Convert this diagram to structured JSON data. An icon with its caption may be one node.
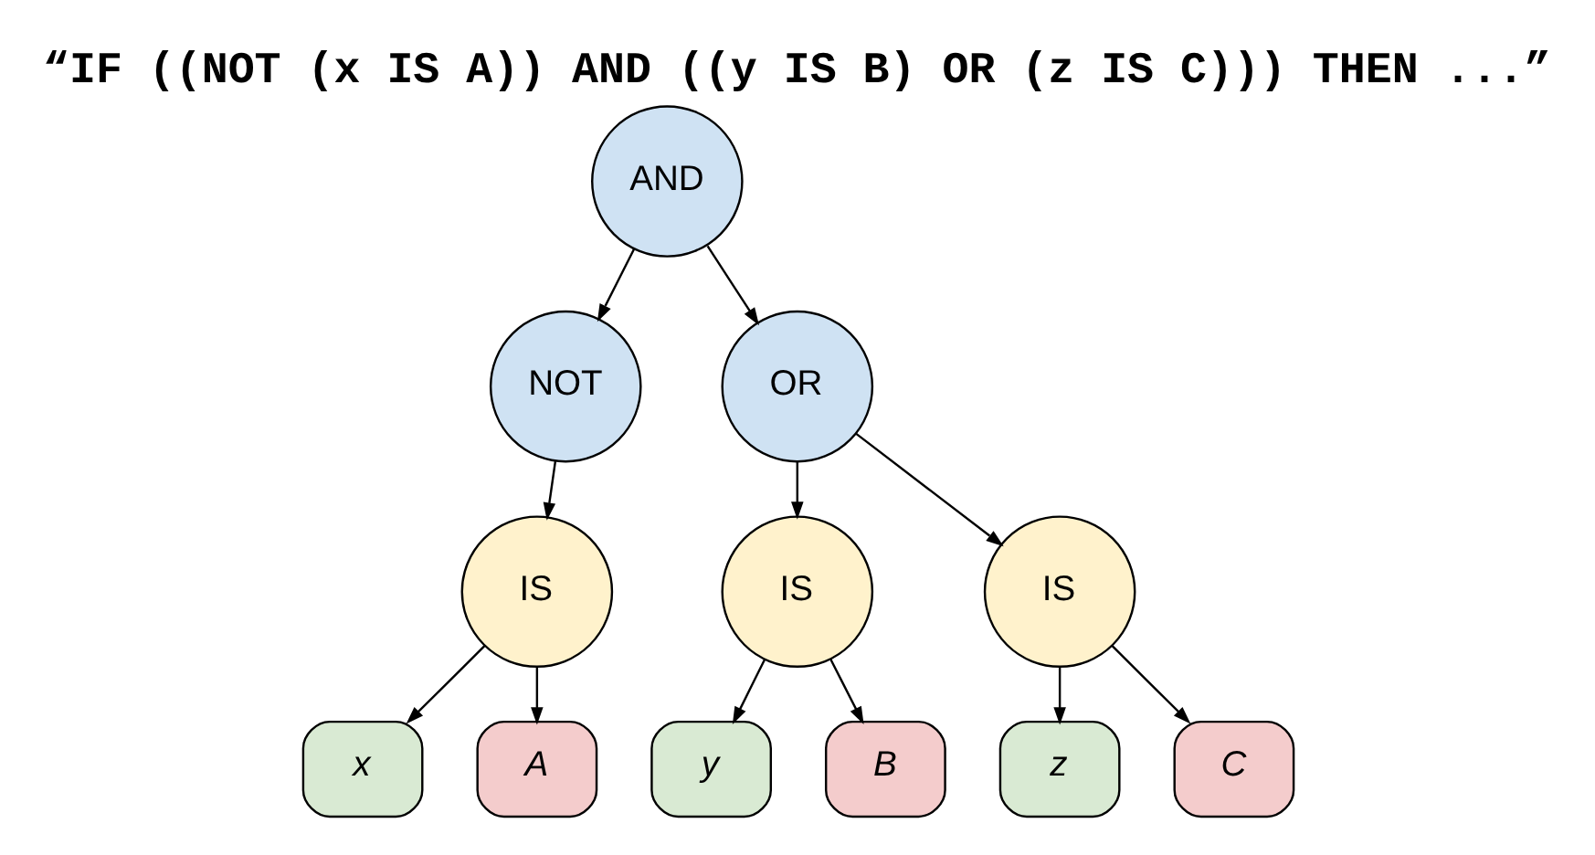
{
  "diagram": {
    "title": "“IF ((NOT (x IS A)) AND ((y IS B) OR (z IS C))) THEN ...”",
    "nodes": [
      {
        "text": [
          "AND"
        ]
      },
      {
        "text": [
          "NOT"
        ]
      },
      {
        "text": [
          "OR"
        ]
      },
      {
        "text": [
          "IS"
        ]
      },
      {
        "text": [
          "IS"
        ]
      },
      {
        "text": [
          "IS"
        ]
      },
      {
        "text": [
          "x"
        ]
      },
      {
        "text": [
          "A"
        ]
      },
      {
        "text": [
          "y"
        ]
      },
      {
        "text": [
          "B"
        ]
      },
      {
        "text": [
          "z"
        ]
      },
      {
        "text": [
          "C"
        ]
      }
    ],
    "edges": [
      {
        "from": 0,
        "to": 1,
        "arrow": "to"
      },
      {
        "from": 0,
        "to": 2,
        "arrow": "to"
      },
      {
        "from": 1,
        "to": 3,
        "arrow": "to"
      },
      {
        "from": 2,
        "to": 4,
        "arrow": "to"
      },
      {
        "from": 2,
        "to": 5,
        "arrow": "to"
      },
      {
        "from": 3,
        "to": 6,
        "arrow": "to"
      },
      {
        "from": 3,
        "to": 7,
        "arrow": "to"
      },
      {
        "from": 4,
        "to": 8,
        "arrow": "to"
      },
      {
        "from": 4,
        "to": 9,
        "arrow": "to"
      },
      {
        "from": 5,
        "to": 10,
        "arrow": "to"
      },
      {
        "from": 5,
        "to": 11,
        "arrow": "to"
      }
    ]
  }
}
